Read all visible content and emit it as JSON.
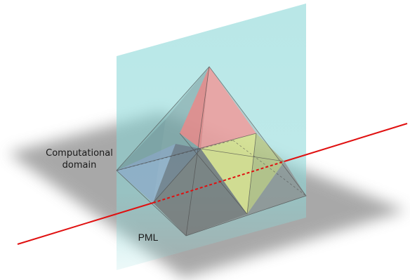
{
  "labels": {
    "computational_line1": "Computational",
    "computational_line2": "domain",
    "pml": "PML"
  },
  "colors": {
    "ground_plane": "#8c8c8c",
    "vertical_plane": "#7fd3d3",
    "pyramid_gray": "#6e6e6e",
    "pyramid_red": "#e98a8a",
    "pyramid_yellow": "#d9e08a",
    "pyramid_blue": "#8fa8cf",
    "line": "#e01010"
  }
}
